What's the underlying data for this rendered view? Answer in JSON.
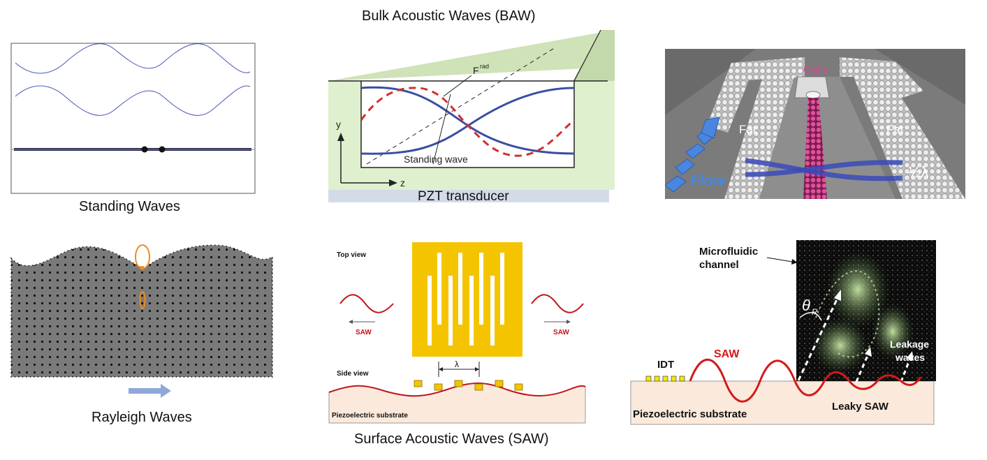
{
  "captions": {
    "standing": "Standing Waves",
    "baw": "Bulk Acoustic Waves (BAW)",
    "rayleigh": "Rayleigh Waves",
    "saw": "Surface Acoustic Waves (SAW)"
  },
  "baw_panel": {
    "force_label": "F",
    "force_sup": "rad",
    "standing_wave_label": "Standing wave",
    "y_axis": "y",
    "z_axis": "z",
    "transducer_label": "PZT transducer"
  },
  "cells_panel": {
    "cells_label": "Cells",
    "fat_left": "Fat",
    "fat_right": "Fat",
    "flow_label": "Flow",
    "half_lambda": "½λ"
  },
  "saw_panel": {
    "top_view": "Top view",
    "side_view": "Side view",
    "saw_left": "SAW",
    "saw_right": "SAW",
    "lambda": "λ",
    "substrate": "Piezoelectric substrate"
  },
  "leaky_panel": {
    "microfluidic": "Microfluidic",
    "channel": "channel",
    "theta": "θ",
    "theta_sub": "R",
    "idt": "IDT",
    "saw": "SAW",
    "leakage": "Leakage",
    "waves": "waves",
    "leaky_saw": "Leaky SAW",
    "substrate": "Piezoelectric substrate"
  },
  "colors": {
    "baw_bg": "#dff0cf",
    "baw_blue": "#3a4ea3",
    "baw_red": "#d32f2f",
    "idt_gold": "#f5c400",
    "saw_red": "#c0151b",
    "substrate": "#fbe9dc",
    "rayleigh_gray": "#7a7a7a",
    "rayleigh_orange": "#f08a1c"
  }
}
